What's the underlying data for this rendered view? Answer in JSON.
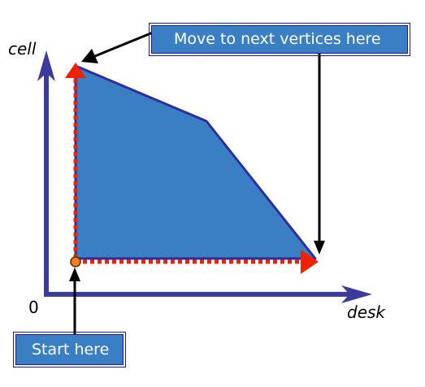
{
  "diagram": {
    "x_axis_label": "desk",
    "y_axis_label": "cell",
    "origin_label": "0",
    "callouts": {
      "next_vertices": "Move to next vertices here",
      "start": "Start here"
    },
    "colors": {
      "feasible_region_fill": "#3a7fc4",
      "region_outline": "#2e2e9a",
      "axis": "#3b3b9c",
      "path": "#ee2200",
      "start_point": "#f07d1e",
      "callout_fill": "#3a7fc4",
      "callout_border": "#1a1aa0",
      "pointer_arrow": "#000000"
    }
  }
}
